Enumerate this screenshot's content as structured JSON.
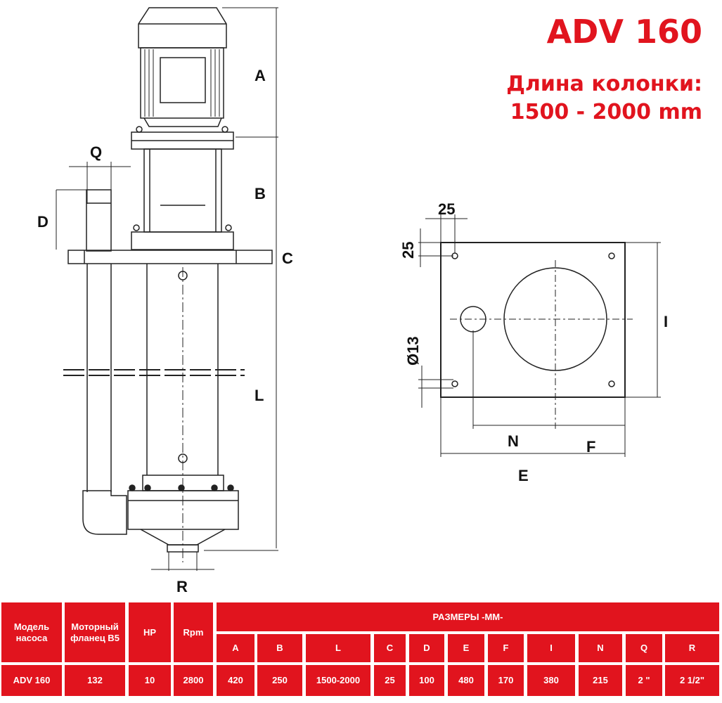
{
  "header": {
    "title": "ADV 160",
    "subtitle_line1": "Длина колонки:",
    "subtitle_line2": "1500 - 2000 mm"
  },
  "drawing_labels": {
    "A": "A",
    "B": "B",
    "C": "C",
    "D": "D",
    "Q": "Q",
    "L": "L",
    "R": "R",
    "dim_25_h": "25",
    "dim_25_v": "25",
    "hole": "Ø13",
    "I": "I",
    "N": "N",
    "F": "F",
    "E": "E"
  },
  "table": {
    "headers": {
      "model": "Модель насоса",
      "flange": "Моторный фланец B5",
      "hp": "HP",
      "rpm": "Rpm",
      "dimensions": "РАЗМЕРЫ -ММ-"
    },
    "dim_columns": [
      "A",
      "B",
      "L",
      "C",
      "D",
      "E",
      "F",
      "I",
      "N",
      "Q",
      "R"
    ],
    "row": {
      "model": "ADV 160",
      "flange": "132",
      "hp": "10",
      "rpm": "2800",
      "dims": [
        "420",
        "250",
        "1500-2000",
        "25",
        "100",
        "480",
        "170",
        "380",
        "215",
        "2 \"",
        "2 1/2\""
      ]
    }
  },
  "colors": {
    "accent": "#e1141e"
  }
}
